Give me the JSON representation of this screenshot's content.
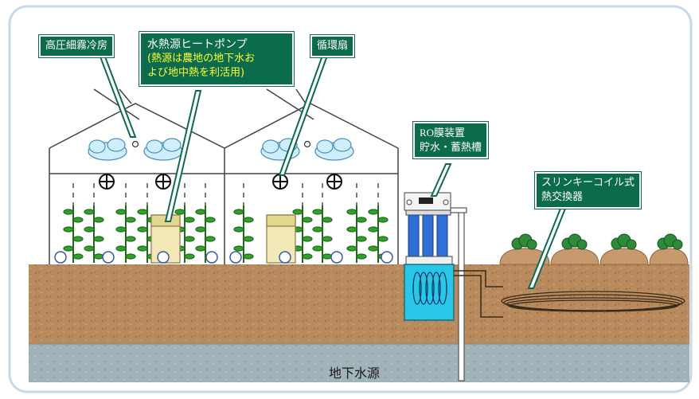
{
  "labels": {
    "misting": "高圧細霧冷房",
    "heatpump_title": "水熱源ヒートポンプ",
    "heatpump_note_1": "(熱源は農地の地下水お",
    "heatpump_note_2": "よび地中熱を利活用)",
    "fan": "循環扇",
    "ro_1": "RO膜装置",
    "ro_2": "貯水・蓄熱槽",
    "coil_1": "スリンキーコイル式",
    "coil_2": "熱交換器",
    "groundwater": "地下水源"
  },
  "colors": {
    "callout_bg": "#0d6b4d",
    "callout_note": "#ffff33",
    "soil": "#b98a5e",
    "groundwater_layer": "#9fb3b8",
    "frame_border": "#c7d8e8",
    "tank_water": "#29c6e8",
    "filter_blue": "#2f6fd6",
    "plant_green": "#33a02c"
  },
  "icons": [
    "fan-icon",
    "mist-cloud-icon",
    "heat-pump-unit-icon",
    "ro-device-icon",
    "storage-tank-icon",
    "coil-heat-exchanger-icon",
    "plant-icon",
    "cabbage-icon"
  ]
}
